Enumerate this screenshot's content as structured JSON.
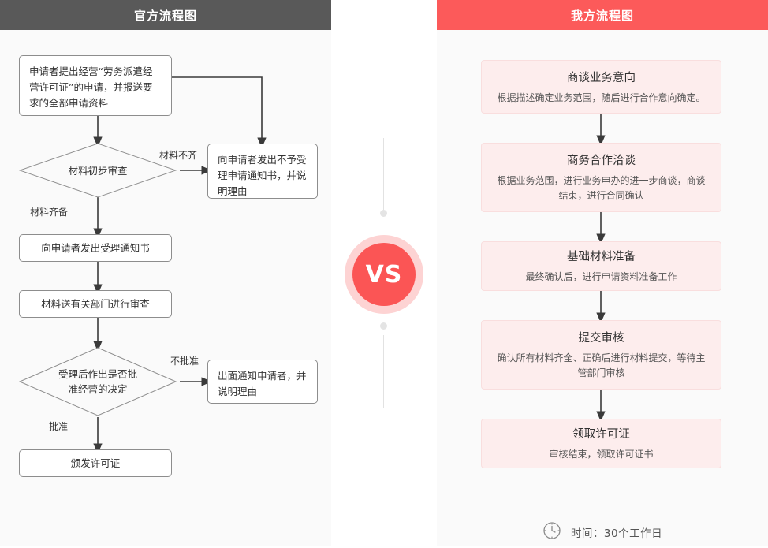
{
  "left_panel": {
    "header": "官方流程图",
    "nodes": {
      "n1": "申请者提出经营“劳务派遣经营许可证”的申请，并报送要求的全部申请资料",
      "d1": "材料初步审查",
      "n2": "向申请者发出不予受理申请通知书，并说明理由",
      "n3": "向申请者发出受理通知书",
      "n4": "材料送有关部门进行审查",
      "d2": "受理后作出是否批准经营的决定",
      "n5": "出面通知申请者，并说明理由",
      "n6": "颁发许可证"
    },
    "labels": {
      "l1": "材料不齐",
      "l2": "材料齐备",
      "l3": "不批准",
      "l4": "批准"
    }
  },
  "middle": {
    "vs_label": "VS"
  },
  "right_panel": {
    "header": "我方流程图",
    "steps": [
      {
        "title": "商谈业务意向",
        "desc": "根据描述确定业务范围，随后进行合作意向确定。"
      },
      {
        "title": "商务合作洽谈",
        "desc": "根据业务范围，进行业务申办的进一步商谈，商谈结束，进行合同确认"
      },
      {
        "title": "基础材料准备",
        "desc": "最终确认后，进行申请资料准备工作"
      },
      {
        "title": "提交审核",
        "desc": "确认所有材料齐全、正确后进行材料提交，等待主管部门审核"
      },
      {
        "title": "领取许可证",
        "desc": "审核结束，领取许可证书"
      }
    ],
    "footer": {
      "icon": "clock-icon",
      "text": "时间：30个工作日"
    }
  },
  "colors": {
    "left_header_bg": "#595959",
    "right_header_bg": "#fc5a5a",
    "panel_bg": "#fafafa",
    "step_bg": "#fdeded",
    "step_border": "#f9dede",
    "vs_circle": "#fb5555",
    "vs_halo": "#fdd3d3",
    "flow_border": "#8d8d8d",
    "connector": "#3a3a3a"
  }
}
